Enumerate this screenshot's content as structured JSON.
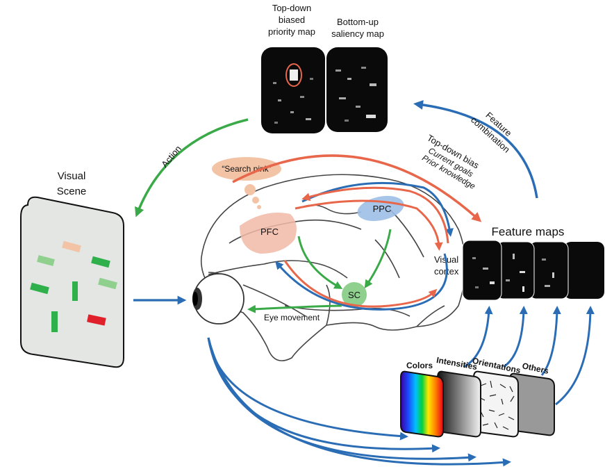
{
  "maps": {
    "topdown_label_1": "Top-down",
    "topdown_label_2": "biased",
    "topdown_label_3": "priority map",
    "bottomup_label_1": "Bottom-up",
    "bottomup_label_2": "saliency map"
  },
  "scene": {
    "label_1": "Visual",
    "label_2": "Scene"
  },
  "arrows": {
    "action": "Action",
    "feature_combination_1": "Feature",
    "feature_combination_2": "combination",
    "topdown_bias": "Top-down bias",
    "current_goals": "Current goals",
    "prior_knowledge": "Prior knowledge",
    "eye_movement": "Eye movement"
  },
  "brain": {
    "thought": "“Search pink”",
    "pfc": "PFC",
    "ppc": "PPC",
    "sc": "SC",
    "visual_cortex_1": "Visual",
    "visual_cortex_2": "cortex"
  },
  "feature_maps": {
    "title": "Feature maps",
    "channels": [
      "Colors",
      "Intensities",
      "Orientations",
      "Others"
    ]
  },
  "colors": {
    "blue_arrow": "#2a6db5",
    "green_arrow": "#3aaa48",
    "red_arrow": "#e8664a",
    "pfc": "#f1b8a6",
    "ppc": "#9cbfe6",
    "sc": "#8fd08f",
    "scene_bg": "#e3e6e3"
  }
}
